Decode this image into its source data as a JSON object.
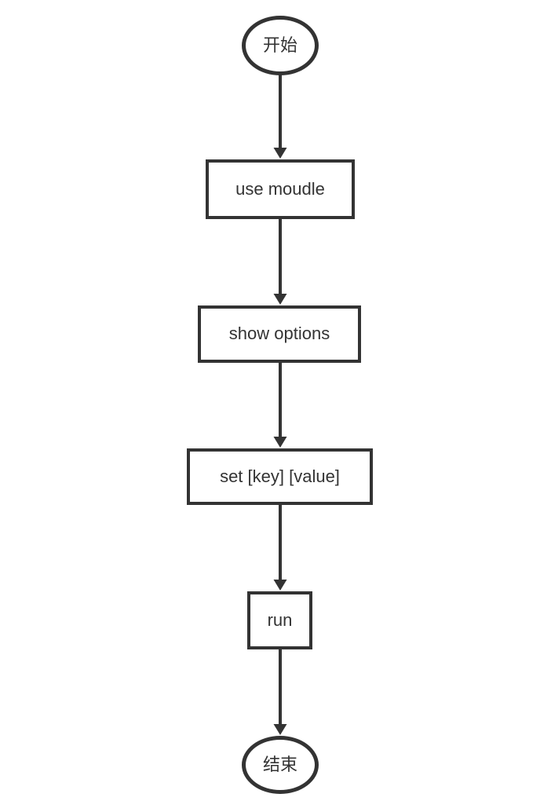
{
  "diagram": {
    "type": "flowchart",
    "direction": "top-down",
    "colors": {
      "stroke": "#333333",
      "text": "#333333",
      "node_fill": "#ffffff",
      "background": "#ffffff"
    },
    "nodes": [
      {
        "id": "start",
        "shape": "ellipse",
        "label": "开始"
      },
      {
        "id": "use-module",
        "shape": "rectangle",
        "label": "use moudle"
      },
      {
        "id": "show-options",
        "shape": "rectangle",
        "label": "show options"
      },
      {
        "id": "set-key-value",
        "shape": "rectangle",
        "label": "set [key] [value]"
      },
      {
        "id": "run",
        "shape": "rectangle",
        "label": "run"
      },
      {
        "id": "end",
        "shape": "ellipse",
        "label": "结束"
      }
    ],
    "edges": [
      {
        "from": "start",
        "to": "use-module",
        "style": "solid-arrow"
      },
      {
        "from": "use-module",
        "to": "show-options",
        "style": "solid-arrow"
      },
      {
        "from": "show-options",
        "to": "set-key-value",
        "style": "solid-arrow"
      },
      {
        "from": "set-key-value",
        "to": "run",
        "style": "solid-arrow"
      },
      {
        "from": "run",
        "to": "end",
        "style": "solid-arrow"
      }
    ]
  }
}
